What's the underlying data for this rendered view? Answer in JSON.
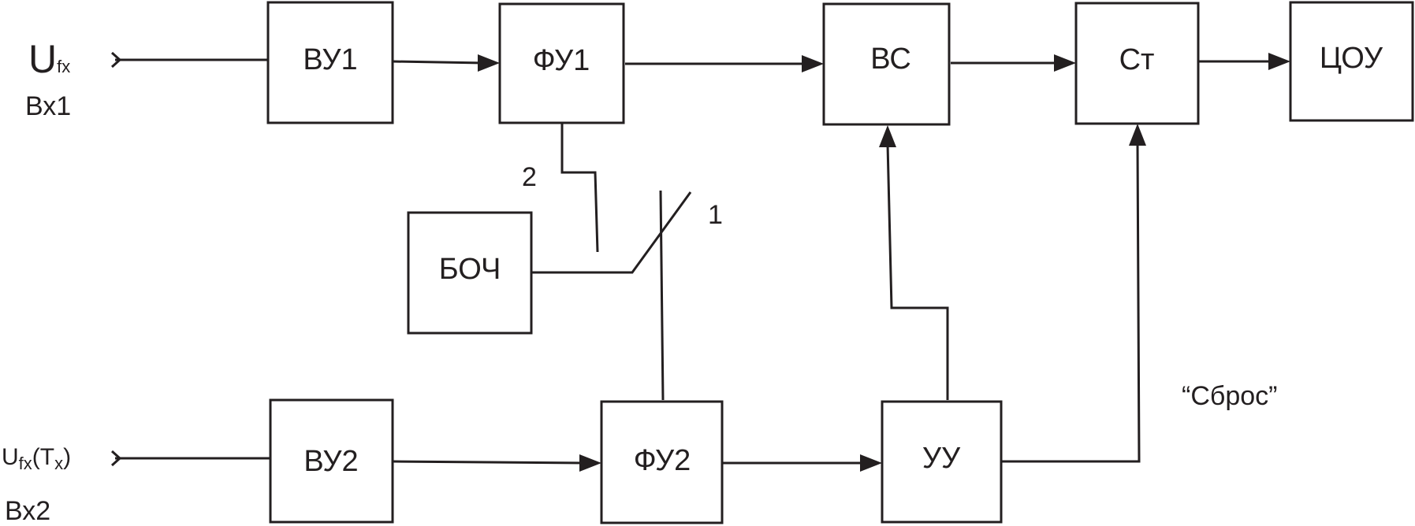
{
  "blocks": {
    "vu1": "ВУ1",
    "fu1": "ФУ1",
    "vs": "ВС",
    "st": "Ст",
    "tsou": "ЦОУ",
    "boch": "БОЧ",
    "vu2": "ВУ2",
    "fu2": "ФУ2",
    "uu": "УУ"
  },
  "inputs": {
    "in1": {
      "symbol": "U",
      "subscript": "fx",
      "name": "Вх1"
    },
    "in2": {
      "symbol": "U",
      "subscript": "fx",
      "paren_open": "(",
      "t_symbol": "T",
      "t_subscript": "x",
      "paren_close": ")",
      "name": "Вх2"
    }
  },
  "switch": {
    "contact_1": "1",
    "contact_2": "2"
  },
  "annotations": {
    "reset": "“Сброс”"
  },
  "colors": {
    "line": "#231f20",
    "background": "#ffffff"
  }
}
